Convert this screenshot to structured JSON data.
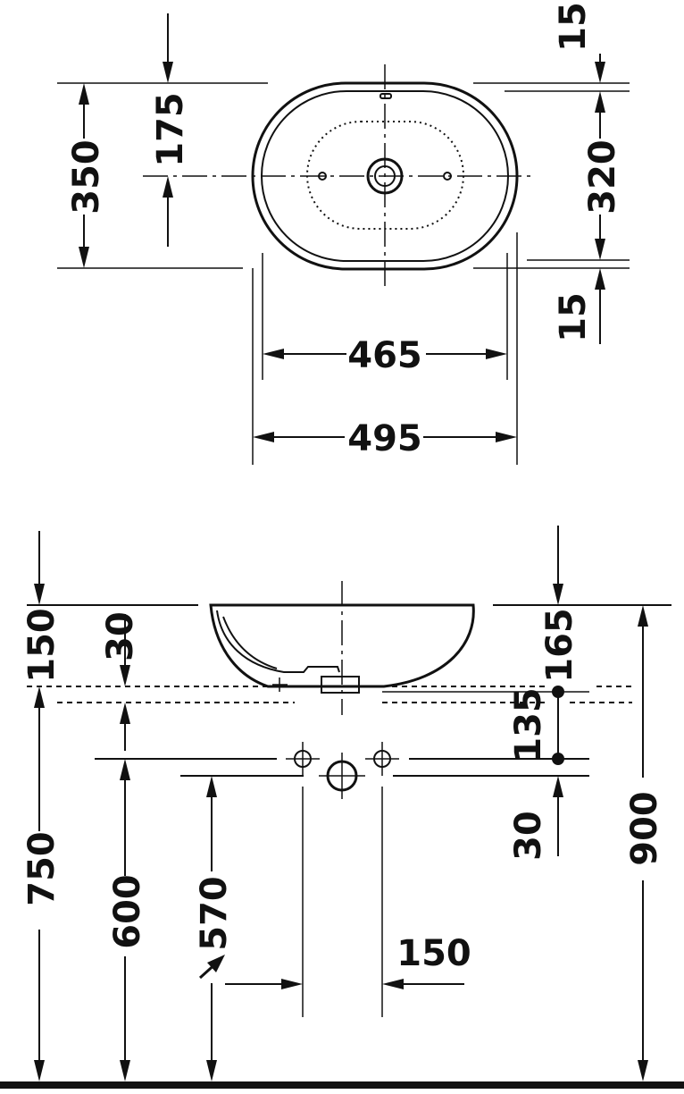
{
  "drawing": {
    "top_view": {
      "depth_outer": "350",
      "center_offset": "175",
      "depth_inner": "320",
      "rim_top": "15",
      "rim_bottom": "15",
      "width_inner": "465",
      "width_outer": "495"
    },
    "side_view": {
      "bowl_height": "150",
      "bowl_inner": "30",
      "right_height": "165",
      "right_gap": "135",
      "right_low": "30",
      "total_height": "900",
      "mount_height": "750",
      "drain_height": "600",
      "supply_height": "570",
      "supply_spacing": "150"
    }
  }
}
